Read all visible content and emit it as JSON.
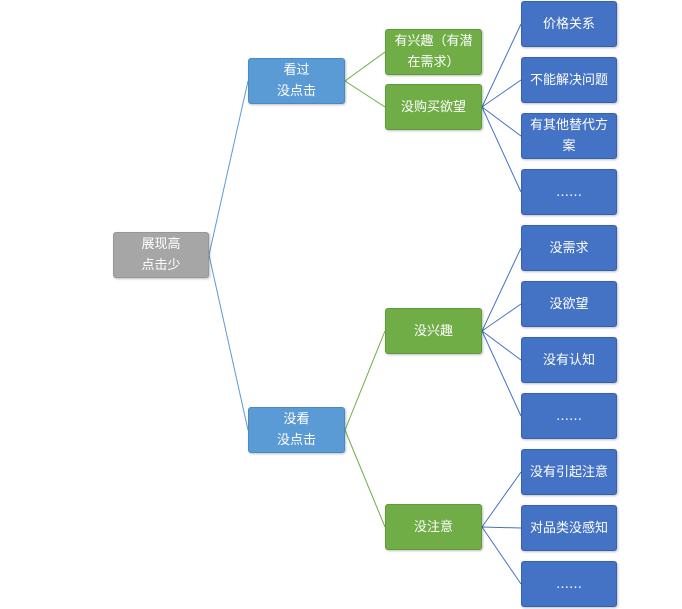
{
  "root": {
    "label": "展现高\n点击少"
  },
  "branches": [
    {
      "label": "看过\n没点击",
      "children": [
        {
          "label": "有兴趣（有潜\n在需求）",
          "children": []
        },
        {
          "label": "没购买欲望",
          "children": [
            "价格关系",
            "不能解决问题",
            "有其他替代方\n案",
            "……"
          ]
        }
      ]
    },
    {
      "label": "没看\n没点击",
      "children": [
        {
          "label": "没兴趣",
          "children": [
            "没需求",
            "没欲望",
            "没有认知",
            "……"
          ]
        },
        {
          "label": "没注意",
          "children": [
            "没有引起注意",
            "对品类没感知",
            "……"
          ]
        }
      ]
    }
  ],
  "colors": {
    "root": "#a6a6a6",
    "level1": "#5b9bd5",
    "level2": "#70ad47",
    "level3": "#4472c4"
  }
}
